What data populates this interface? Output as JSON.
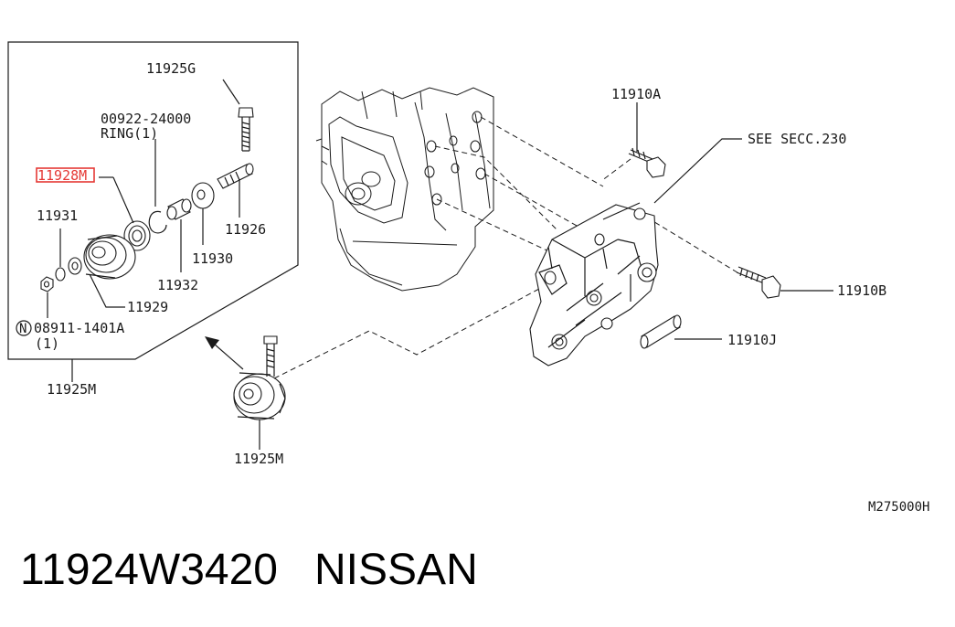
{
  "labels": {
    "p11925G": "11925G",
    "p00922": "00922-24000",
    "ring": "RING(1)",
    "p11928M": "11928M",
    "p11931": "11931",
    "p11926": "11926",
    "p11930": "11930",
    "p11932": "11932",
    "p11929": "11929",
    "nut_marker": "N",
    "p08911": "08911-1401A",
    "nut_qty": "(1)",
    "p11925M_box": "11925M",
    "p11925M_pulley": "11925M",
    "p11910A": "11910A",
    "see_sec": "SEE SECC.230",
    "p11910B": "11910B",
    "p11910J": "11910J",
    "drawing_code": "M275000H"
  },
  "footer": {
    "part_number": "11924W3420",
    "brand": "NISSAN"
  },
  "colors": {
    "highlight": "#e53935",
    "ink": "#1a1a1a"
  }
}
